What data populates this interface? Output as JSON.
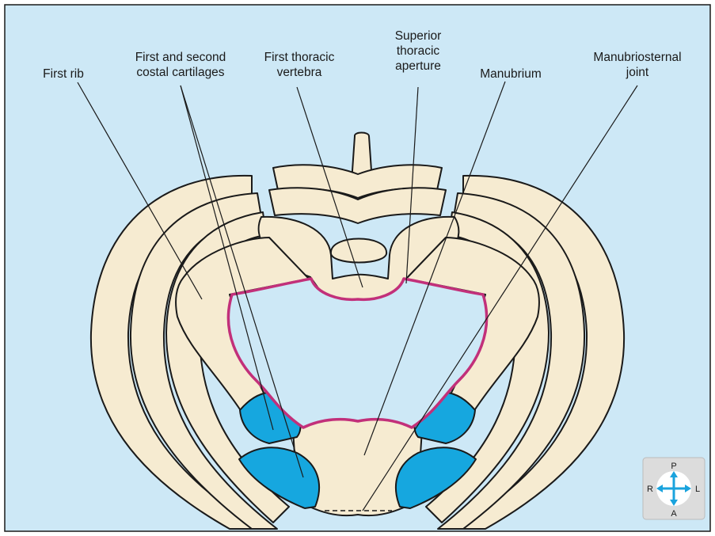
{
  "labels": {
    "first_rib": "First rib",
    "costal_cartilages": "First and second\ncostal cartilages",
    "first_thoracic_vertebra": "First thoracic\nvertebra",
    "superior_thoracic_aperture": "Superior\nthoracic\naperture",
    "manubrium": "Manubrium",
    "manubriosternal_joint": "Manubriosternal\njoint"
  },
  "compass": {
    "posterior": "P",
    "anterior": "A",
    "right": "R",
    "left": "L"
  },
  "colors": {
    "background": "#cde8f6",
    "bone": "#f6ebd1",
    "cartilage": "#16a7df",
    "aperture_outline": "#c2307a",
    "outline": "#1a1a1a",
    "compass_bg": "#dcdcdc",
    "compass_arrow": "#1aa3dd"
  }
}
